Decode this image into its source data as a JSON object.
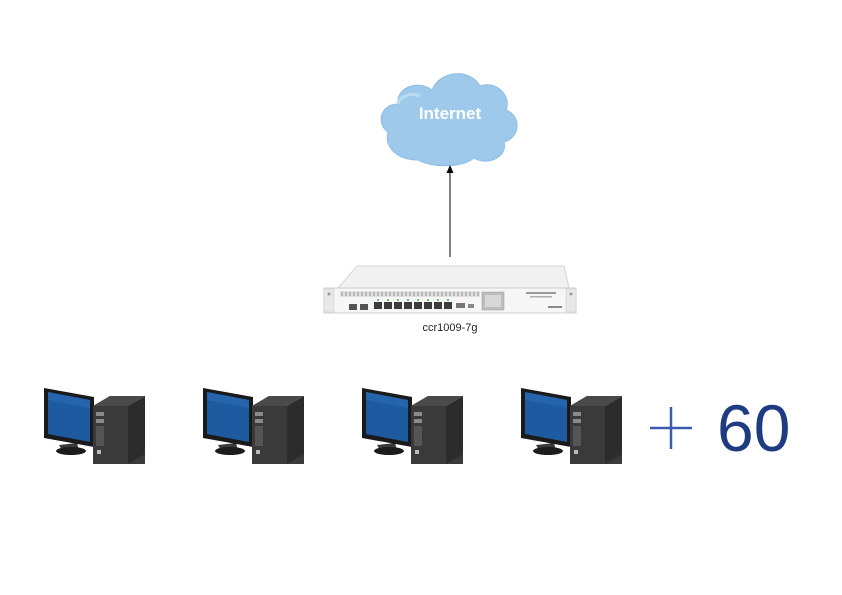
{
  "diagram": {
    "cloud": {
      "label": "Internet",
      "icon": "cloud-icon"
    },
    "router": {
      "label": "ccr1009-7g",
      "icon": "rack-router-icon"
    },
    "computers": [
      {
        "icon": "desktop-computer-icon"
      },
      {
        "icon": "desktop-computer-icon"
      },
      {
        "icon": "desktop-computer-icon"
      },
      {
        "icon": "desktop-computer-icon"
      }
    ],
    "extra": {
      "symbol": "+",
      "count": "60"
    },
    "colors": {
      "cloud_fill": "#9fc9ea",
      "cloud_stroke": "#7db4e0",
      "monitor_screen": "#1e5aa0",
      "tower": "#2b2b2b",
      "count": "#1f3b82",
      "plus": "#3a5ab4",
      "arrow": "#000000"
    }
  }
}
